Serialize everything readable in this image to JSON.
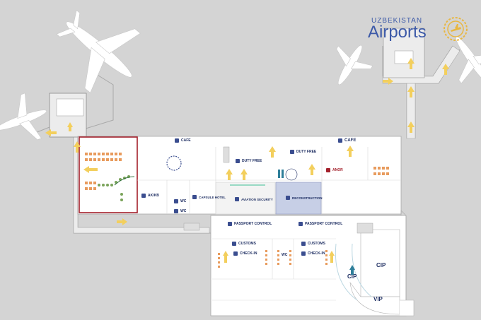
{
  "brand": {
    "top": "UZBEKISTAN",
    "main": "Airports",
    "color": "#3d5aa8",
    "emblem_color": "#e8b742",
    "emblem_icon": "sun-plane-emblem-icon"
  },
  "colors": {
    "background": "#d4d4d4",
    "floor": "#ffffff",
    "walls": "#a8a8a8",
    "arrows": "#f3cf5d",
    "highlight": "#a3202b",
    "seats": "#e89b5d",
    "reconstruction": "#c7cfe6",
    "text": "#1f2f63",
    "accent": "#2f7f9a"
  },
  "labels": {
    "cafe_1": "CAFE",
    "cafe_2": "CAFE",
    "duty_free_1": "DUTY FREE",
    "duty_free_2": "DUTY FREE",
    "anor": "ANOR",
    "ak": "AK/KB",
    "wc_1": "WC",
    "wc_2": "WC",
    "wc_3": "WC",
    "capsule": "CAPSULE HOTEL",
    "aviation_security": "AVIATION SECURITY",
    "reconstruction": "RECONSTRUCTION",
    "passport_control_1": "PASSPORT CONTROL",
    "passport_control_2": "PASSPORT CONTROL",
    "customs_1": "CUSTOMS",
    "customs_2": "CUSTOMS",
    "check_in_1": "CHECK-IN",
    "check_in_2": "CHECK-IN",
    "cip_1": "CIP",
    "cip_2": "CIP",
    "vip": "VIP"
  },
  "icons": {
    "airplane": "airplane-icon",
    "arrow": "arrow-icon",
    "info": "info-icon",
    "person": "person-icon"
  }
}
